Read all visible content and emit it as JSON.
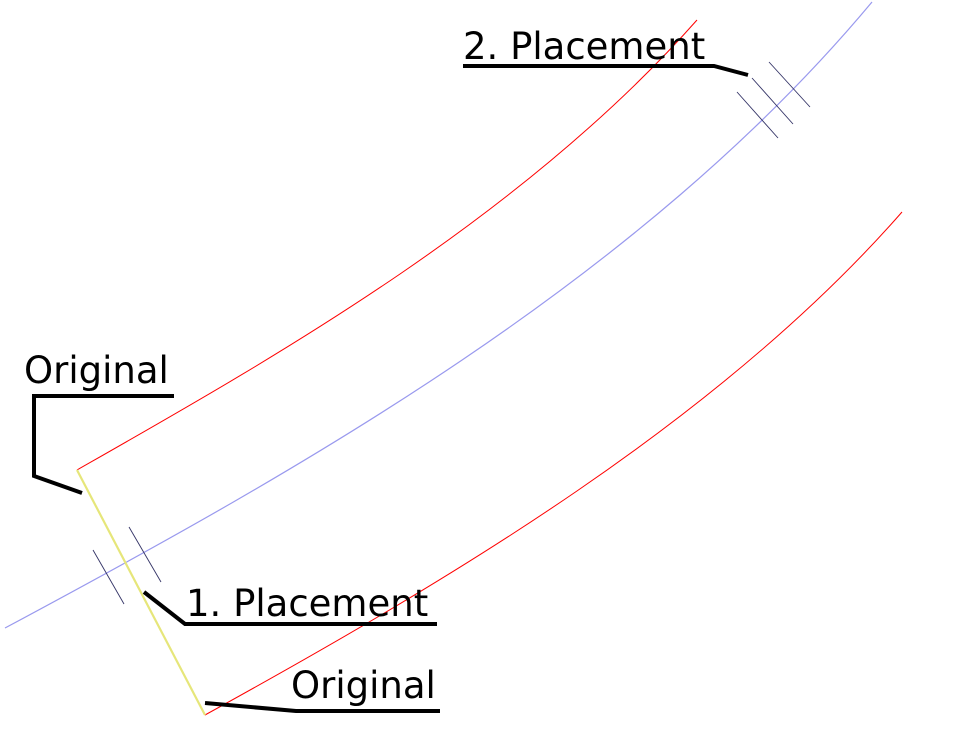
{
  "labels": {
    "placement_2": "2. Placement",
    "original_top": "Original",
    "placement_1": "1. Placement",
    "original_bottom": "Original"
  },
  "colors": {
    "offset_curve": "#ff0000",
    "centerline": "#9999ee",
    "connector": "#e6e67a",
    "leader": "#000000",
    "tick": "#333366"
  }
}
